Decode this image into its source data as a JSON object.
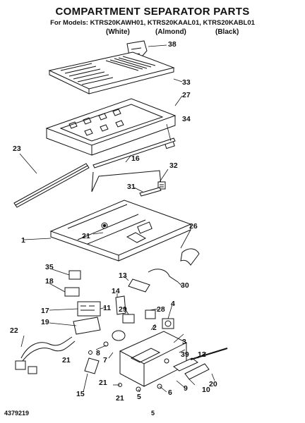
{
  "header": {
    "title": "COMPARTMENT SEPARATOR PARTS",
    "subtitle": "For Models: KTRS20KAWH01, KTRS20KAAL01, KTRS20KABL01",
    "variants": [
      "(White)",
      "(Almond)",
      "(Black)"
    ]
  },
  "callouts": [
    "38",
    "33",
    "27",
    "34",
    "23",
    "16",
    "32",
    "31",
    "26",
    "1",
    "21",
    "35",
    "18",
    "13",
    "30",
    "14",
    "29",
    "28",
    "4",
    "17",
    "11",
    "19",
    "22",
    "2",
    "3",
    "8",
    "39",
    "12",
    "7",
    "20",
    "21",
    "5",
    "6",
    "9",
    "10",
    "15",
    "21",
    "21"
  ],
  "footer": {
    "doc_number": "4379219",
    "page_number": "5"
  }
}
